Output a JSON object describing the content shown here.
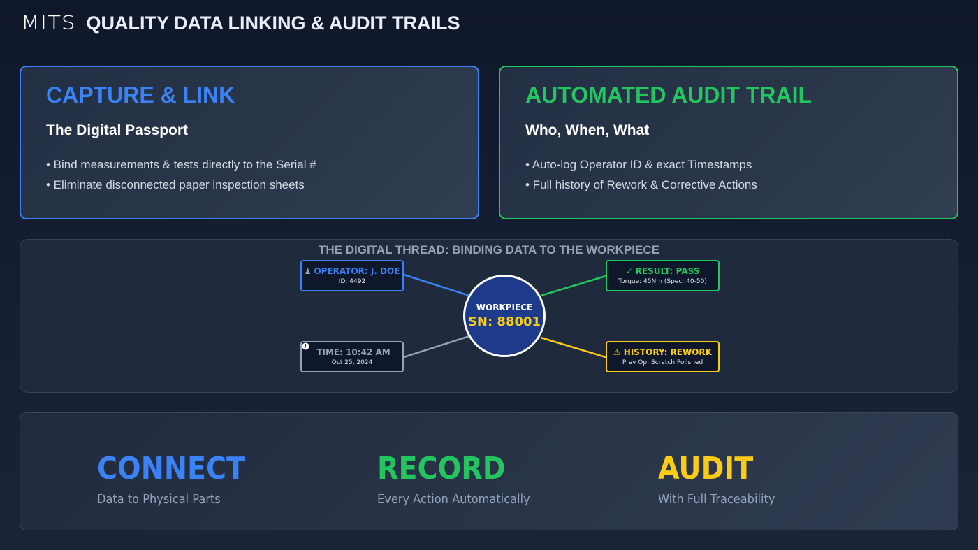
{
  "header": {
    "logo": "MITS",
    "title": "QUALITY DATA LINKING & AUDIT TRAILS"
  },
  "cards": [
    {
      "title": "CAPTURE & LINK",
      "subtitle": "The Digital Passport",
      "bullets": [
        "• Bind measurements & tests directly to the Serial #",
        "• Eliminate disconnected paper inspection sheets"
      ],
      "color": "#3b82f6"
    },
    {
      "title": "AUTOMATED AUDIT TRAIL",
      "subtitle": "Who, When, What",
      "bullets": [
        "• Auto-log Operator ID & exact Timestamps",
        "• Full history of Rework & Corrective Actions"
      ],
      "color": "#22c55e"
    }
  ],
  "thread": {
    "title": "THE DIGITAL THREAD: BINDING DATA TO THE WORKPIECE",
    "workpiece": {
      "label": "WORKPIECE",
      "serial": "SN: 88001"
    },
    "nodes": {
      "operator": {
        "icon": "operator-icon",
        "glyph": "👤",
        "title": "OPERATOR: J. DOE",
        "sub": "ID: 4492",
        "color": "#3b82f6"
      },
      "result": {
        "icon": "check-icon",
        "glyph": "✓",
        "title": "RESULT: PASS",
        "sub": "Torque: 45Nm (Spec: 40-50)",
        "color": "#22c55e"
      },
      "time": {
        "icon": "clock-icon",
        "glyph": "🕒",
        "title": "TIME: 10:42 AM",
        "sub": "Oct 25, 2024",
        "color": "#94a3b8"
      },
      "history": {
        "icon": "warning-icon",
        "glyph": "⚠",
        "title": "HISTORY: REWORK",
        "sub": "Prev Op: Scratch Polished",
        "color": "#facc15"
      }
    }
  },
  "summary": [
    {
      "title": "CONNECT",
      "sub": "Data to Physical Parts",
      "color": "#3b82f6"
    },
    {
      "title": "RECORD",
      "sub": "Every Action Automatically",
      "color": "#22c55e"
    },
    {
      "title": "AUDIT",
      "sub": "With Full Traceability",
      "color": "#facc15"
    }
  ]
}
